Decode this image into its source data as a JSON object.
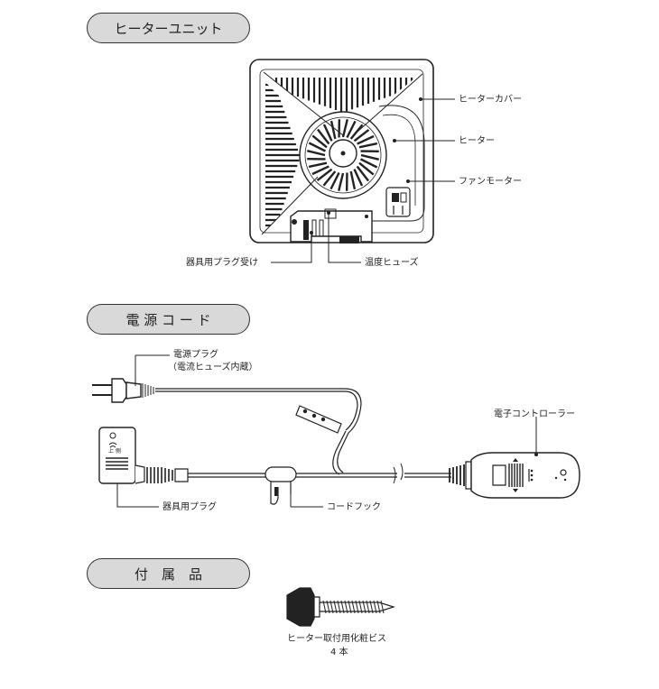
{
  "sections": {
    "heater_unit": "ヒーターユニット",
    "power_cord": "電 源 コ ー ド",
    "accessories": "付　属　品"
  },
  "heater_labels": {
    "cover": "ヒーターカバー",
    "heater": "ヒーター",
    "fan_motor": "ファンモーター",
    "plug_receptacle": "器具用プラグ受け",
    "thermal_fuse": "温度ヒューズ"
  },
  "cord_labels": {
    "power_plug": "電源プラグ",
    "power_plug_note": "（電流ヒューズ内蔵）",
    "controller": "電子コントローラー",
    "appliance_plug": "器具用プラグ",
    "cord_hook": "コードフック",
    "up_mark": "上 側"
  },
  "accessory_labels": {
    "screw": "ヒーター取付用化粧ビス",
    "quantity": "4 本"
  }
}
